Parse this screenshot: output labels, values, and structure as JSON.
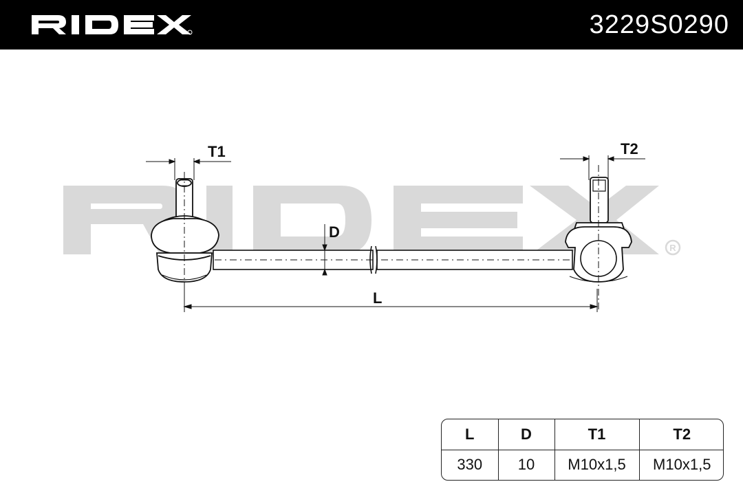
{
  "header": {
    "brand": "RIDEX",
    "part_number": "3229S0290",
    "background": "#000000",
    "text_color": "#ffffff"
  },
  "watermark": {
    "text": "RIDEX",
    "color": "#d9d9d9"
  },
  "drawing": {
    "labels": {
      "t1": "T1",
      "t2": "T2",
      "d": "D",
      "l": "L"
    }
  },
  "spec_table": {
    "headers": [
      "L",
      "D",
      "T1",
      "T2"
    ],
    "values": [
      "330",
      "10",
      "M10x1,5",
      "M10x1,5"
    ]
  }
}
